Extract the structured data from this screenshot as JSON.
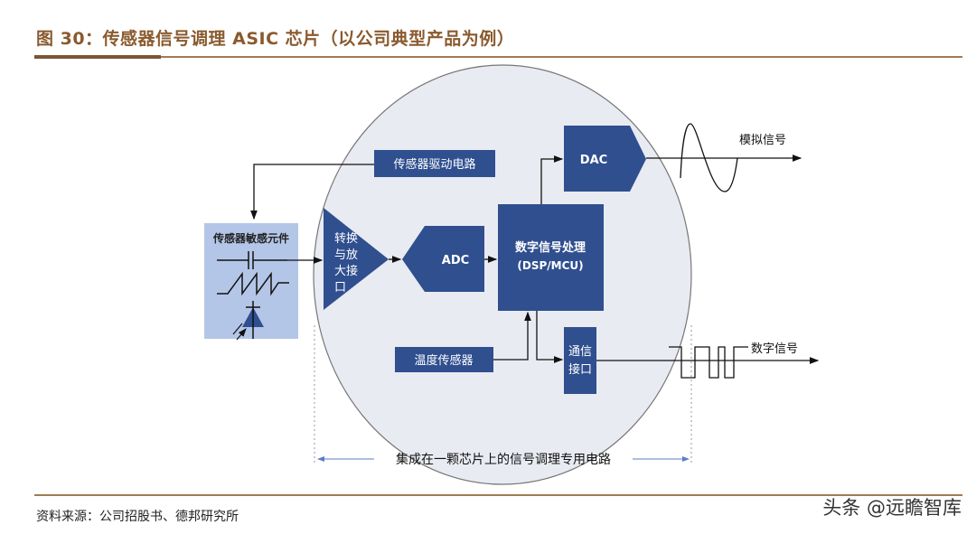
{
  "title": "图 30：传感器信号调理 ASIC 芯片（以公司典型产品为例）",
  "source": "资料来源：公司招股书、德邦研究所",
  "watermark": "头条 @远瞻智库",
  "diagram": {
    "driver": "传感器驱动电路",
    "sensor": "传感器敏感元件",
    "amp": [
      "转换",
      "与放",
      "大接",
      "口"
    ],
    "adc": "ADC",
    "dsp_line1": "数字信号处理",
    "dsp_line2": "(DSP/MCU)",
    "dac": "DAC",
    "temp": "温度传感器",
    "comm_line1": "通信",
    "comm_line2": "接口",
    "analog_out": "模拟信号",
    "digital_out": "数字信号",
    "chip_label": "集成在一颗芯片上的信号调理专用电路"
  },
  "colors": {
    "block": "#2f4f8f",
    "sensor_bg": "#b4c6e7",
    "chip_bg": "#e9ebf2",
    "title": "#8a5a2e"
  }
}
